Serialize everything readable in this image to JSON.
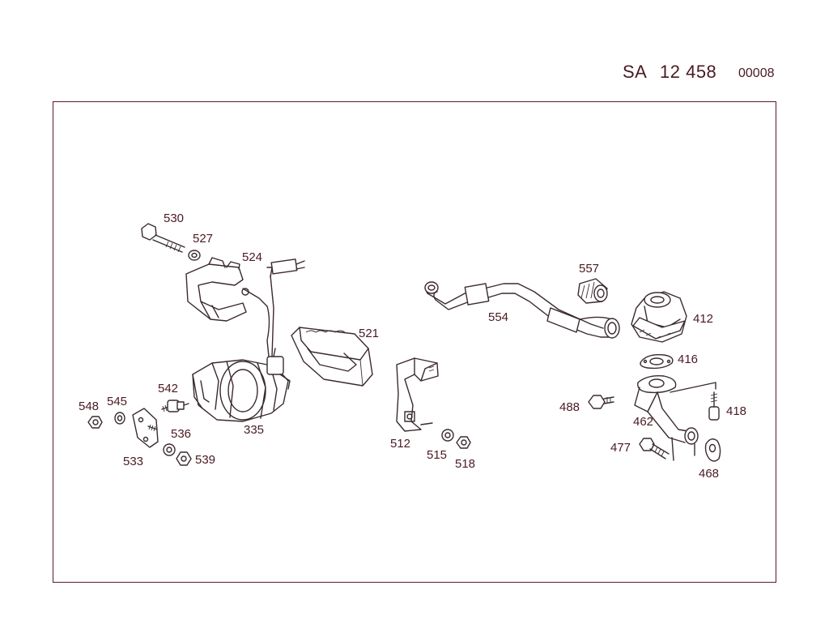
{
  "header": {
    "prefix": "SA",
    "number": "12 458",
    "code": "00008"
  },
  "parts": [
    {
      "id": "p530",
      "label": "530"
    },
    {
      "id": "p527",
      "label": "527"
    },
    {
      "id": "p524",
      "label": "524"
    },
    {
      "id": "p521",
      "label": "521"
    },
    {
      "id": "p542",
      "label": "542"
    },
    {
      "id": "p548",
      "label": "548"
    },
    {
      "id": "p545",
      "label": "545"
    },
    {
      "id": "p536",
      "label": "536"
    },
    {
      "id": "p533",
      "label": "533"
    },
    {
      "id": "p539",
      "label": "539"
    },
    {
      "id": "p335",
      "label": "335"
    },
    {
      "id": "p512",
      "label": "512"
    },
    {
      "id": "p515",
      "label": "515"
    },
    {
      "id": "p518",
      "label": "518"
    },
    {
      "id": "p557",
      "label": "557"
    },
    {
      "id": "p554",
      "label": "554"
    },
    {
      "id": "p412",
      "label": "412"
    },
    {
      "id": "p416",
      "label": "416"
    },
    {
      "id": "p488",
      "label": "488"
    },
    {
      "id": "p462",
      "label": "462"
    },
    {
      "id": "p418",
      "label": "418"
    },
    {
      "id": "p477",
      "label": "477"
    },
    {
      "id": "p468",
      "label": "468"
    }
  ],
  "colors": {
    "label": "#4a1a22",
    "frame": "#5a1a2a",
    "line": "#3a2a2e"
  }
}
